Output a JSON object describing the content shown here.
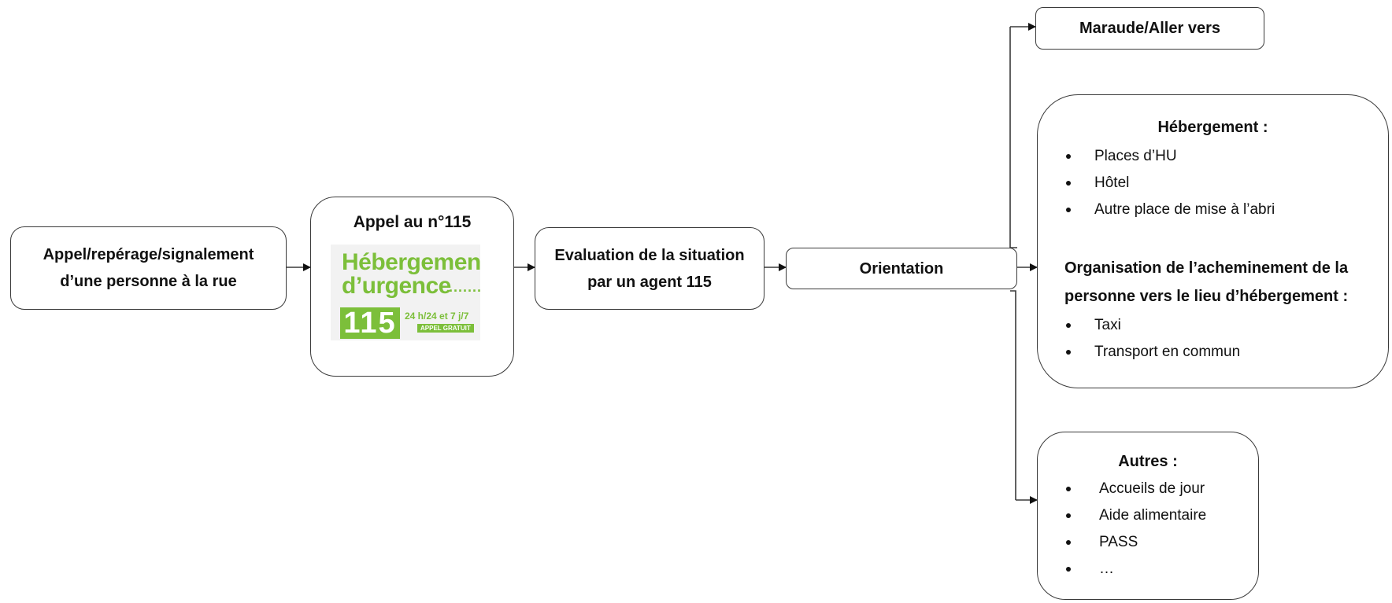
{
  "flow": {
    "signalement": {
      "line1": "Appel/repérage/signalement",
      "line2": "d’une personne à la rue"
    },
    "appel": {
      "title": "Appel au n°115",
      "logo": {
        "line1": "Hébergement",
        "line2": "d’urgence",
        "dots": ".......",
        "number": "115",
        "hours": "24 h/24 et 7 j/7",
        "free": "APPEL GRATUIT"
      }
    },
    "evaluation": {
      "line1": "Evaluation de la situation",
      "line2": "par un agent 115"
    },
    "orientation": {
      "label": "Orientation"
    }
  },
  "outcomes": {
    "maraude": {
      "label": "Maraude/Aller vers"
    },
    "hebergement": {
      "title": "Hébergement :",
      "items": [
        "Places d’HU",
        "Hôtel",
        "Autre place de mise à l’abri"
      ],
      "subtitle_line1": "Organisation de l’acheminement de la",
      "subtitle_line2": "personne vers le lieu d’hébergement :",
      "transport": [
        "Taxi",
        "Transport en commun"
      ]
    },
    "autres": {
      "title": "Autres :",
      "items": [
        "Accueils de jour",
        "Aide alimentaire",
        "PASS",
        "…"
      ]
    }
  },
  "colors": {
    "line": "#3a3a3a",
    "logo_green": "#7cbf3a",
    "logo_bg": "#f2f2f2"
  }
}
